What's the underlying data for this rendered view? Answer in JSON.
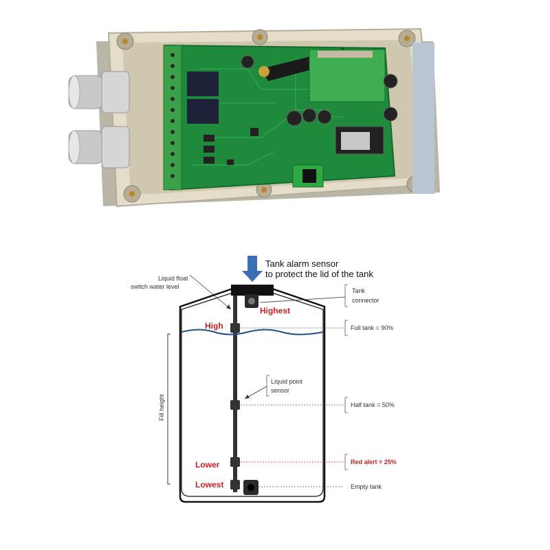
{
  "header": {
    "line1": "Tank alarm sensor",
    "line2": "to protect the lid of the tank"
  },
  "labels": {
    "float_switch_line1": "Liquid float",
    "float_switch_line2": "switch water level",
    "tank_connector_line1": "Tank",
    "tank_connector_line2": "connector",
    "point_sensor_line1": "Liquid point",
    "point_sensor_line2": "sensor",
    "fill_height": "Fill height"
  },
  "levels": {
    "highest": "Highest",
    "high": "High",
    "lower": "Lower",
    "lowest": "Lowest"
  },
  "percent_labels": {
    "full": "Full tank = 90%",
    "half": "Half tank = 50%",
    "red_alert": "Red alert = 25%",
    "empty": "Empty tank"
  },
  "colors": {
    "level_text": "#cc1f1f",
    "arrow": "#3b6fb6",
    "pcb_green": "#1f8a3c",
    "enclosure": "#d9d3c2",
    "water_line": "#1e4f8a"
  }
}
